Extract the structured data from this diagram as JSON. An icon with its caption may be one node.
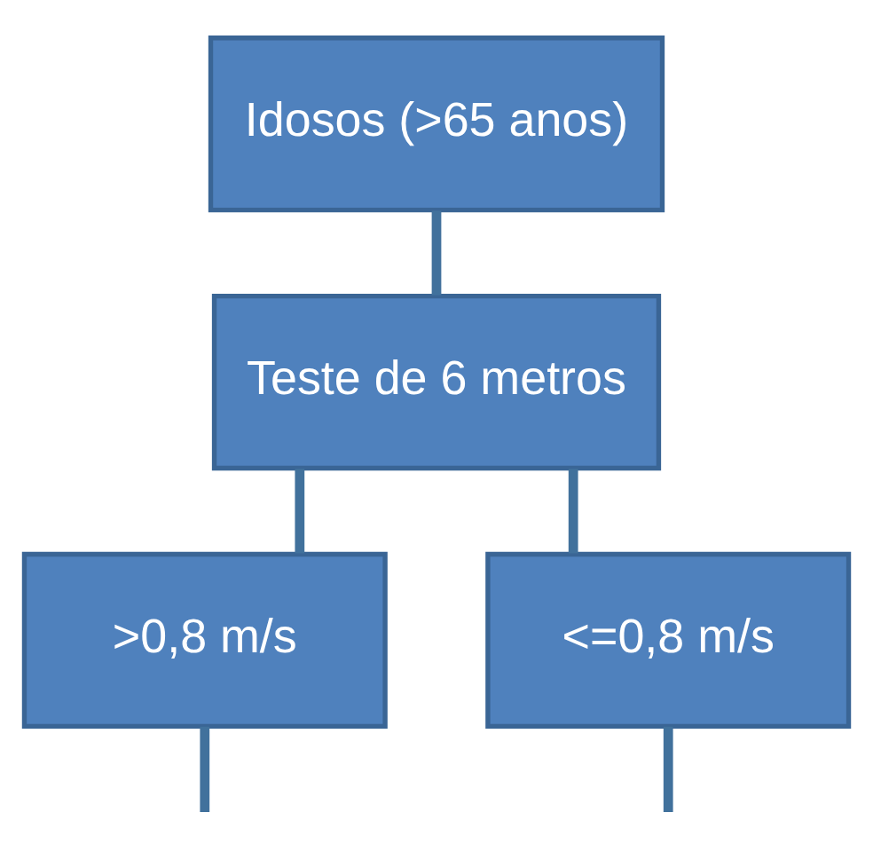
{
  "diagram": {
    "nodes": [
      {
        "text": [
          "Idosos (>65 anos)"
        ]
      },
      {
        "text": [
          "Teste de 6 metros"
        ]
      },
      {
        "text": [
          ">0,8 m/s"
        ]
      },
      {
        "text": [
          "<=0,8 m/s"
        ]
      }
    ],
    "edges": [
      {
        "from": 0,
        "to": 1,
        "arrow": "none"
      },
      {
        "from": 1,
        "to": 2,
        "arrow": "none"
      },
      {
        "from": 1,
        "to": 3,
        "arrow": "none"
      },
      {
        "from": 2,
        "to": null,
        "arrow": "none"
      },
      {
        "from": 3,
        "to": null,
        "arrow": "none"
      }
    ]
  }
}
